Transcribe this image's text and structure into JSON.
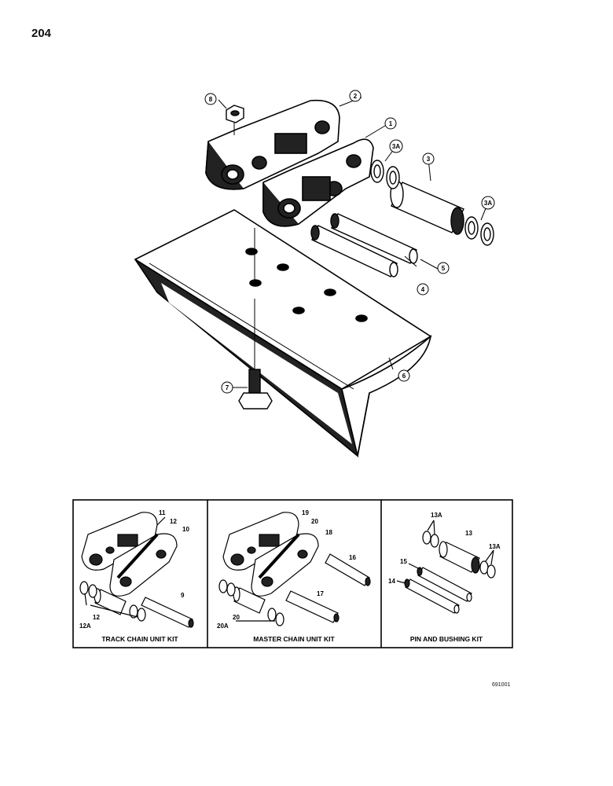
{
  "page": {
    "number": "204",
    "figure_code": "691001"
  },
  "callouts": {
    "c1": "1",
    "c2": "2",
    "c3": "3",
    "c3A_a": "3A",
    "c3A_b": "3A",
    "c4": "4",
    "c5": "5",
    "c6": "6",
    "c7": "7",
    "c8": "8"
  },
  "kits": {
    "track_chain": {
      "title": "TRACK CHAIN UNIT KIT",
      "labels": {
        "a": "11",
        "b": "12",
        "c": "10",
        "d": "9",
        "e": "12",
        "f": "12A"
      }
    },
    "master_chain": {
      "title": "MASTER CHAIN UNIT KIT",
      "labels": {
        "a": "19",
        "b": "20",
        "c": "18",
        "d": "16",
        "e": "17",
        "f": "20",
        "g": "20A"
      }
    },
    "pin_bushing": {
      "title": "PIN AND BUSHING KIT",
      "labels": {
        "a": "13A",
        "b": "13",
        "c": "13A",
        "d": "15",
        "e": "14"
      }
    }
  }
}
